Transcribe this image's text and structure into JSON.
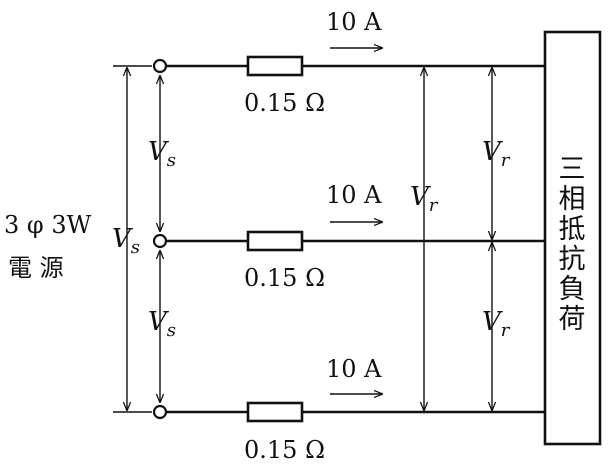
{
  "source": {
    "line1": "3 φ 3W",
    "line2": "電 源"
  },
  "load": {
    "chars": [
      "三",
      "相",
      "抵",
      "抗",
      "負",
      "荷"
    ]
  },
  "lines": [
    {
      "current": "10 A",
      "resistance": "0.15 Ω"
    },
    {
      "current": "10 A",
      "resistance": "0.15 Ω"
    },
    {
      "current": "10 A",
      "resistance": "0.15 Ω"
    }
  ],
  "voltages": {
    "V_main": "V",
    "s_sub": "s",
    "r_sub": "r"
  }
}
